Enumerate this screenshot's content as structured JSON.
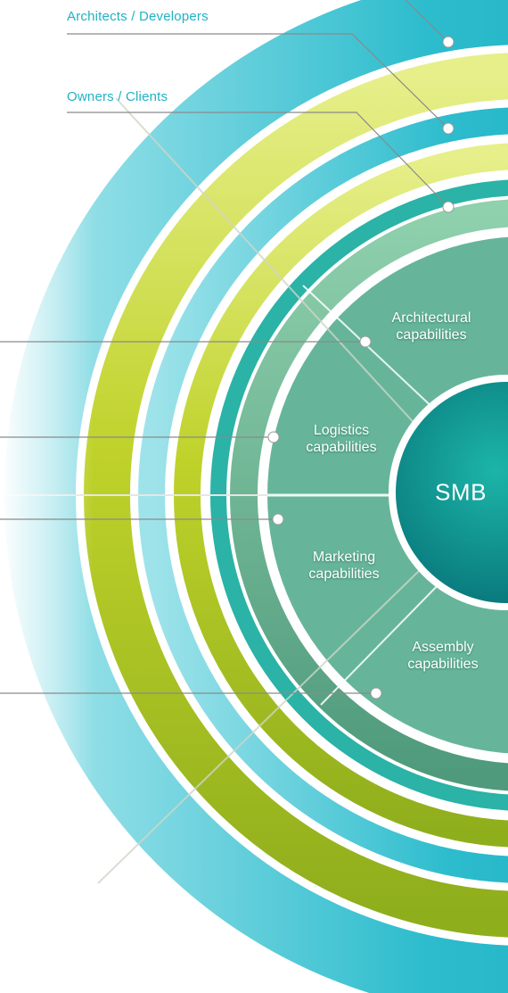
{
  "outer_labels": {
    "architects_developers": "Architects / Developers",
    "owners_clients": "Owners / Clients"
  },
  "capabilities": {
    "architectural": {
      "line1": "Architectural",
      "line2": "capabilities"
    },
    "logistics": {
      "line1": "Logistics",
      "line2": "capabilities"
    },
    "marketing": {
      "line1": "Marketing",
      "line2": "capabilities"
    },
    "assembly": {
      "line1": "Assembly",
      "line2": "capabilities"
    }
  },
  "center": {
    "label": "SMB"
  },
  "colors": {
    "teal": "#14a9bd",
    "teal_dark": "#0a8e8a",
    "lime": "#b9cf1e",
    "green_ring": "#8cc07e",
    "inner_disc": "#66b59a",
    "center_disc": "#0b8f8c",
    "label_text": "#1fb3c4",
    "leader_line": "#8a8a8a"
  }
}
